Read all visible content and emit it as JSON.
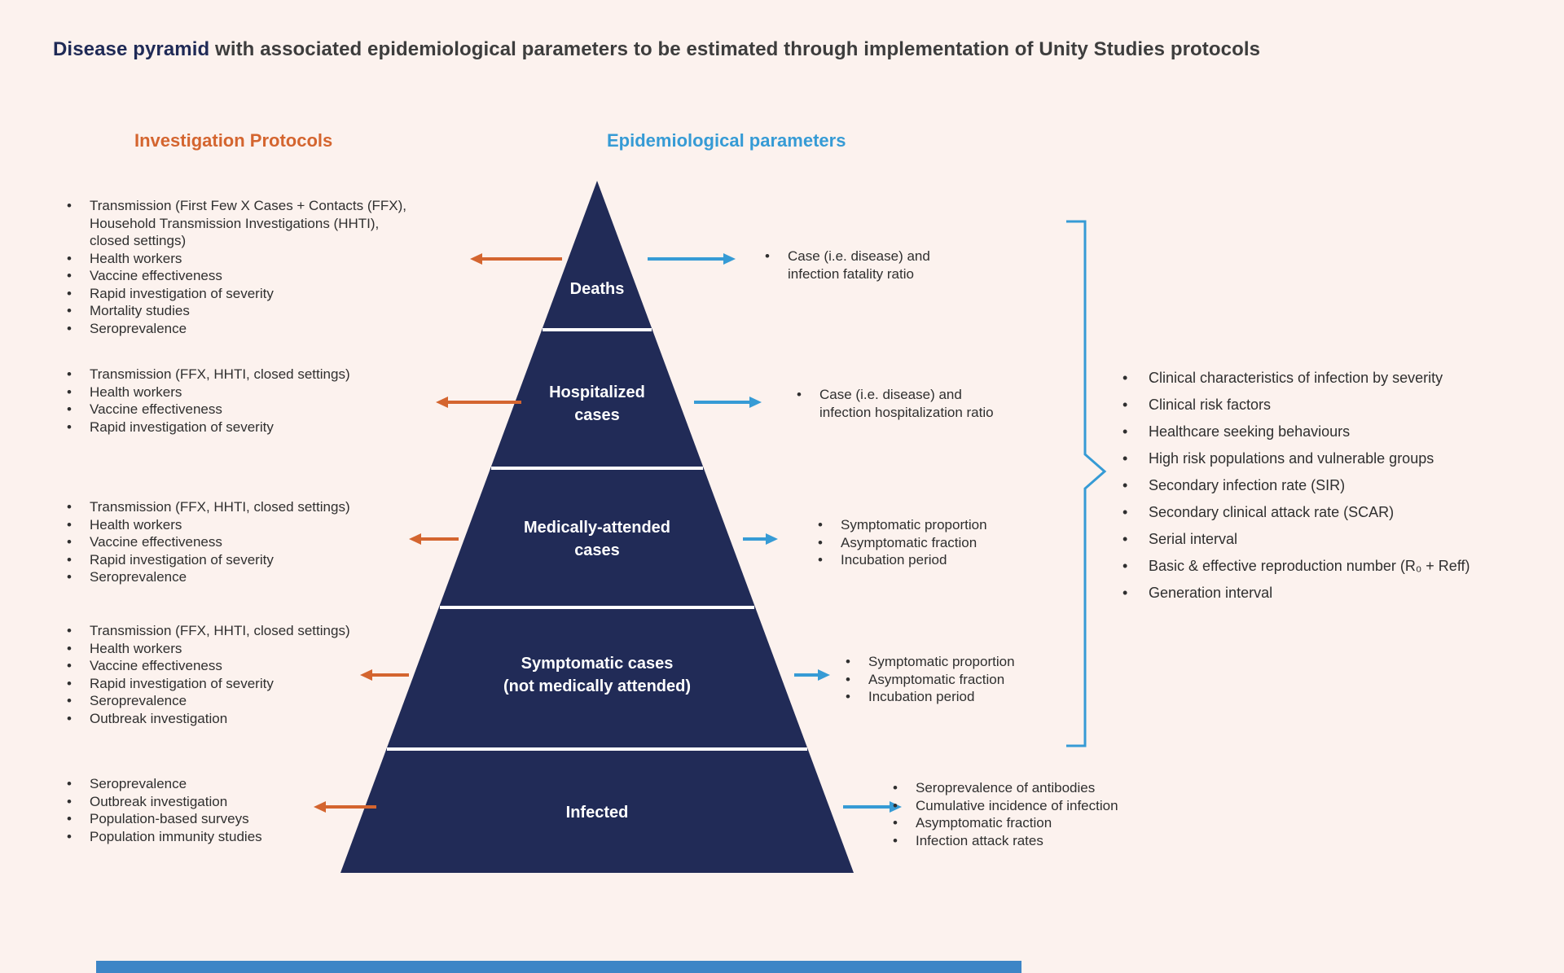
{
  "colors": {
    "background": "#fcf2ee",
    "pyramid": "#212b57",
    "orange": "#d4652f",
    "blue": "#369bd5",
    "title_highlight": "#1f2a56",
    "footer_bar": "#3d85c6"
  },
  "title": {
    "highlight": "Disease pyramid",
    "rest": " with associated epidemiological parameters to be estimated through implementation of Unity Studies protocols"
  },
  "headers": {
    "left": "Investigation Protocols",
    "right": "Epidemiological parameters"
  },
  "levels": [
    {
      "label": "Deaths",
      "protocols": [
        "Transmission (First Few X Cases + Contacts (FFX),\nHousehold Transmission Investigations (HHTI),\nclosed settings)",
        "Health workers",
        "Vaccine effectiveness",
        "Rapid investigation of severity",
        "Mortality studies",
        "Seroprevalence"
      ],
      "parameters": [
        "Case (i.e. disease) and\ninfection fatality ratio"
      ]
    },
    {
      "label": "Hospitalized\ncases",
      "protocols": [
        "Transmission (FFX, HHTI, closed settings)",
        "Health workers",
        "Vaccine effectiveness",
        "Rapid investigation of severity"
      ],
      "parameters": [
        "Case (i.e. disease) and\ninfection hospitalization ratio"
      ]
    },
    {
      "label": "Medically-attended\ncases",
      "protocols": [
        "Transmission (FFX, HHTI, closed settings)",
        "Health workers",
        "Vaccine effectiveness",
        "Rapid investigation of severity",
        "Seroprevalence"
      ],
      "parameters": [
        "Symptomatic proportion",
        "Asymptomatic fraction",
        "Incubation period"
      ]
    },
    {
      "label": "Symptomatic cases\n(not medically attended)",
      "protocols": [
        "Transmission (FFX, HHTI, closed settings)",
        "Health workers",
        "Vaccine effectiveness",
        "Rapid investigation of severity",
        "Seroprevalence",
        "Outbreak investigation"
      ],
      "parameters": [
        "Symptomatic proportion",
        "Asymptomatic fraction",
        "Incubation period"
      ]
    },
    {
      "label": "Infected",
      "protocols": [
        "Seroprevalence",
        "Outbreak investigation",
        "Population-based surveys",
        "Population immunity studies"
      ],
      "parameters": [
        "Seroprevalence of antibodies",
        "Cumulative incidence of infection",
        "Asymptomatic fraction",
        "Infection attack rates"
      ]
    }
  ],
  "shared_parameters": [
    "Clinical characteristics of infection by severity",
    "Clinical risk factors",
    "Healthcare seeking behaviours",
    "High risk populations and vulnerable groups",
    "Secondary infection rate (SIR)",
    "Secondary clinical attack rate (SCAR)",
    "Serial interval",
    "Basic & effective reproduction number (R₀ + Reff)",
    "Generation interval"
  ]
}
